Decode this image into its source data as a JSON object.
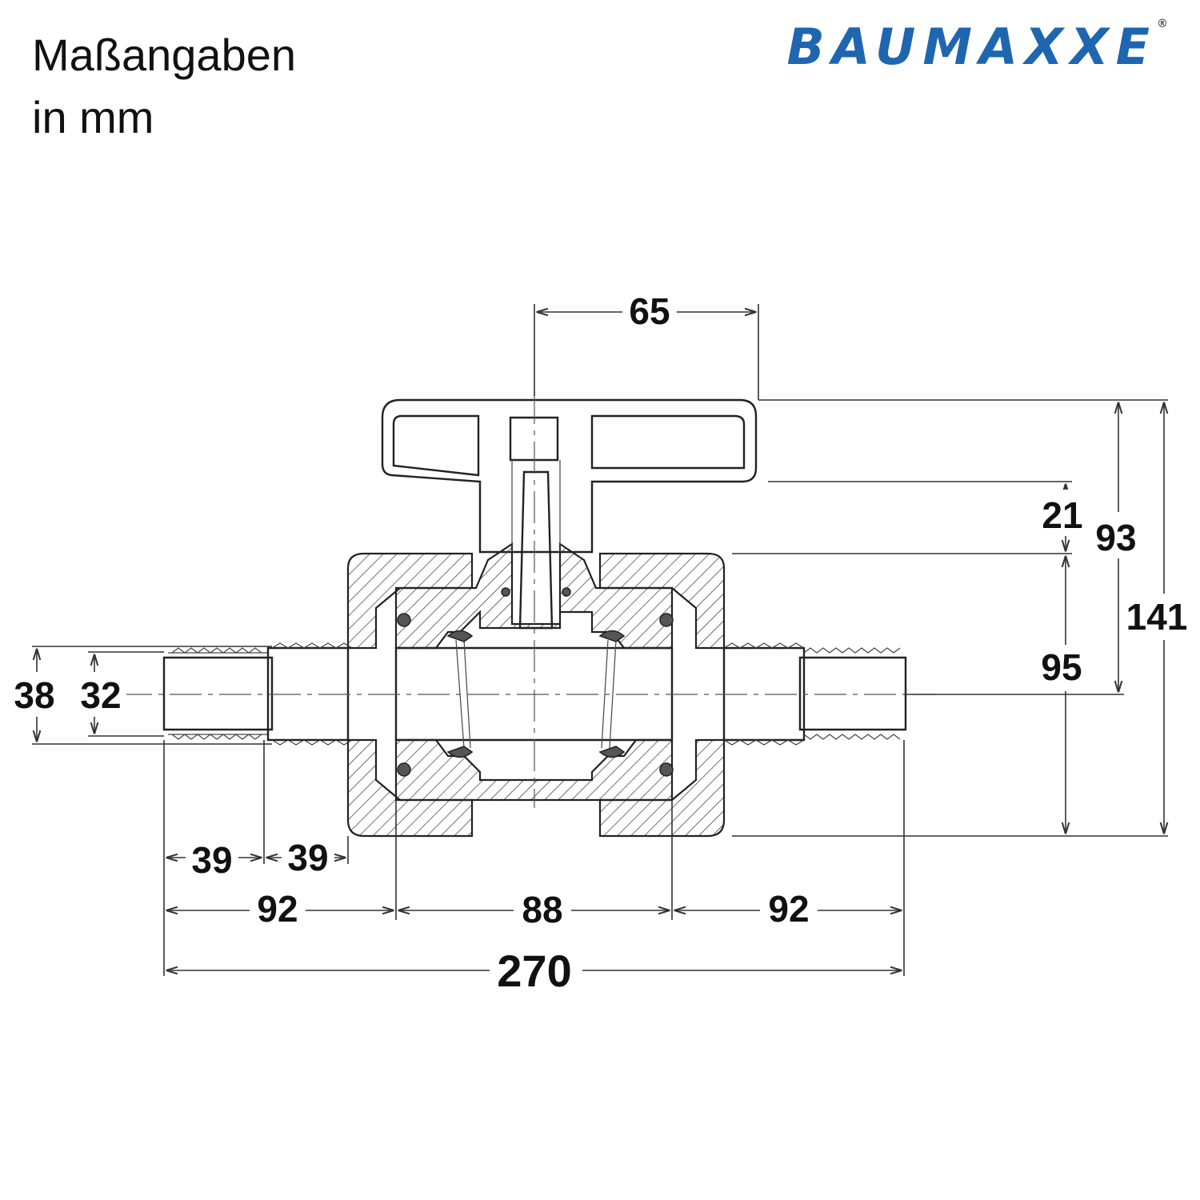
{
  "header": {
    "title_line1": "Maßangaben",
    "title_line2": "in mm"
  },
  "brand": {
    "name_part1": "BAU",
    "name_part2": "MAXXE",
    "registered": "®",
    "color_part1": "#1f66b0",
    "color_part2": "#1f66b0"
  },
  "dimensions": {
    "handle_width": "65",
    "handle_height": "21",
    "top_to_axis": "93",
    "total_height": "141",
    "body_height": "95",
    "outer_diameter": "38",
    "inner_diameter": "32",
    "tail_left_a": "39",
    "tail_left_b": "39",
    "end_left": "92",
    "body_length": "88",
    "end_right": "92",
    "total_length": "270"
  }
}
